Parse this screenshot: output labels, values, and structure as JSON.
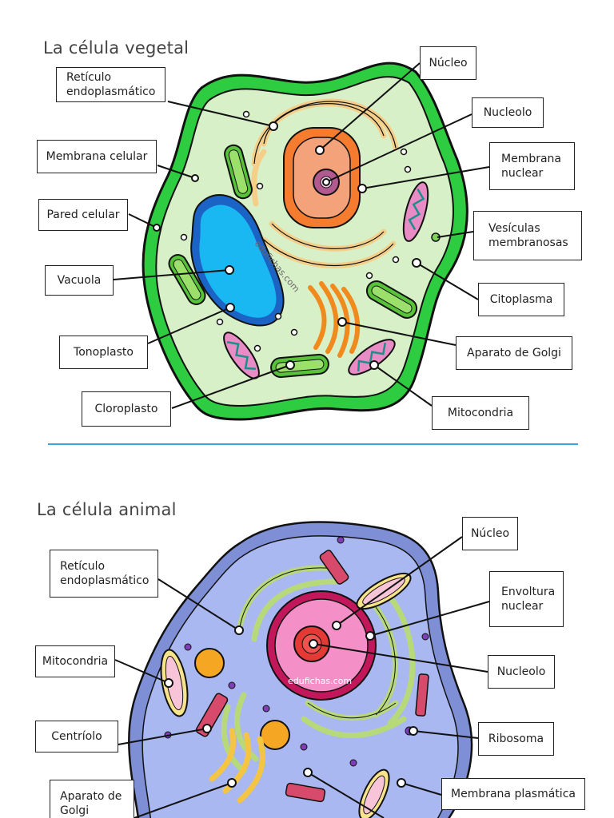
{
  "plant_cell": {
    "title": "La célula vegetal",
    "watermark": "edufichas.com",
    "labels": {
      "nucleo": "Núcleo",
      "nucleolo": "Nucleolo",
      "membrana_nuclear": "Membrana\nnuclear",
      "vesiculas": "Vesículas\nmembranosas",
      "citoplasma": "Citoplasma",
      "golgi": "Aparato de Golgi",
      "mitocondria": "Mitocondria",
      "reticulo": "Retículo\nendoplasmático",
      "membrana_celular": "Membrana celular",
      "pared_celular": "Pared celular",
      "vacuola": "Vacuola",
      "tonoplasto": "Tonoplasto",
      "cloroplasto": "Cloroplasto"
    }
  },
  "animal_cell": {
    "title": "La célula animal",
    "watermark": "edufichas.com",
    "labels": {
      "nucleo": "Núcleo",
      "envoltura": "Envoltura\nnuclear",
      "nucleolo": "Nucleolo",
      "ribosoma": "Ribosoma",
      "membrana_plasmatica": "Membrana plasmática",
      "reticulo": "Retículo\nendoplasmático",
      "mitocondria": "Mitocondria",
      "centriolo": "Centríolo",
      "golgi": "Aparato de\nGolgi"
    }
  },
  "colors": {
    "divider": "#3aa6dc",
    "cell_wall": "#2ecc40",
    "cytoplasm_plant": "#d8f0c8",
    "vacuole": "#1fb6f0",
    "nucleus_plant": "#f4a27a",
    "cytoplasm_animal": "#a9b8f0",
    "membrane_animal": "#7f8fd6",
    "nucleus_animal": "#f48fc8"
  }
}
